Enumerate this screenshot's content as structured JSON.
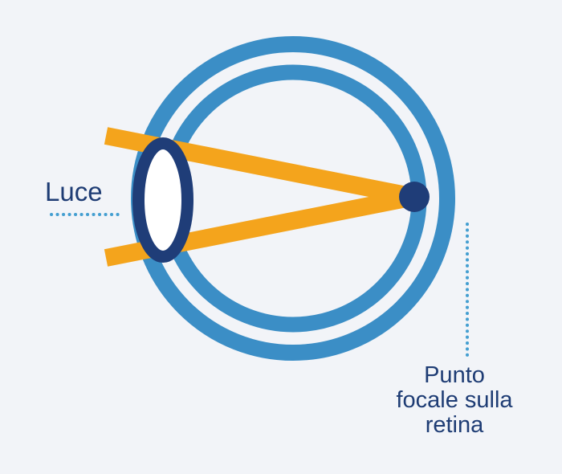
{
  "diagram": {
    "labels": {
      "light": "Luce",
      "focal_point_line1": "Punto",
      "focal_point_line2": "focale sulla",
      "focal_point_line3": "retina"
    },
    "colors": {
      "background": "#f2f4f8",
      "eye_ring_blue": "#3b8ec6",
      "ray_orange": "#f4a41c",
      "navy": "#1f3d78",
      "leader_dot_blue": "#459fd1",
      "lens_interior": "#ffffff",
      "text_navy": "#1e3c74"
    },
    "shapes": {
      "eye_outer_ring": "circle",
      "eye_inner_ring": "circle",
      "upper_light_ray": "line",
      "lower_light_ray": "line",
      "lens": "ellipse",
      "focal_point_dot": "circle",
      "luce_leader": "horizontal-dotted-line",
      "focal_leader": "vertical-dotted-line"
    }
  }
}
